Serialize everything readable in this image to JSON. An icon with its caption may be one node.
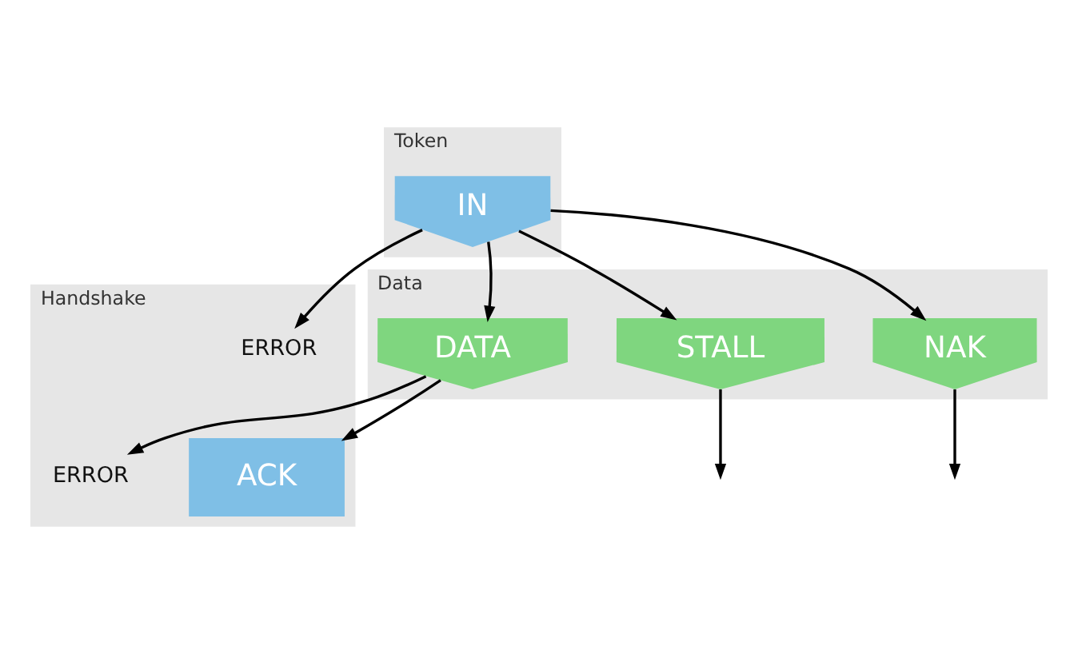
{
  "diagram": {
    "nodes": [
      {
        "text": [
          "Token"
        ]
      },
      {
        "text": [
          "Data"
        ]
      },
      {
        "text": [
          "Handshake"
        ]
      },
      {
        "text": [
          "IN"
        ],
        "in": 0
      },
      {
        "text": [
          "DATA"
        ],
        "in": 1
      },
      {
        "text": [
          "STALL"
        ],
        "in": 1
      },
      {
        "text": [
          "NAK"
        ],
        "in": 1
      },
      {
        "text": [
          "ACK"
        ],
        "in": 2
      },
      {
        "text": [
          "ERROR"
        ],
        "in": 2
      },
      {
        "text": [
          "ERROR"
        ],
        "in": 2
      }
    ],
    "edges": [
      {
        "from": 3,
        "to": 4,
        "arrow": "to"
      },
      {
        "from": 3,
        "to": 5,
        "arrow": "to"
      },
      {
        "from": 3,
        "to": 6,
        "arrow": "to"
      },
      {
        "from": 3,
        "to": 9,
        "arrow": "to"
      },
      {
        "from": 4,
        "to": 7,
        "arrow": "to"
      },
      {
        "from": 4,
        "to": 8,
        "arrow": "to"
      },
      {
        "from": 5,
        "to": null,
        "arrow": "to"
      },
      {
        "from": 6,
        "to": null,
        "arrow": "to"
      }
    ]
  }
}
